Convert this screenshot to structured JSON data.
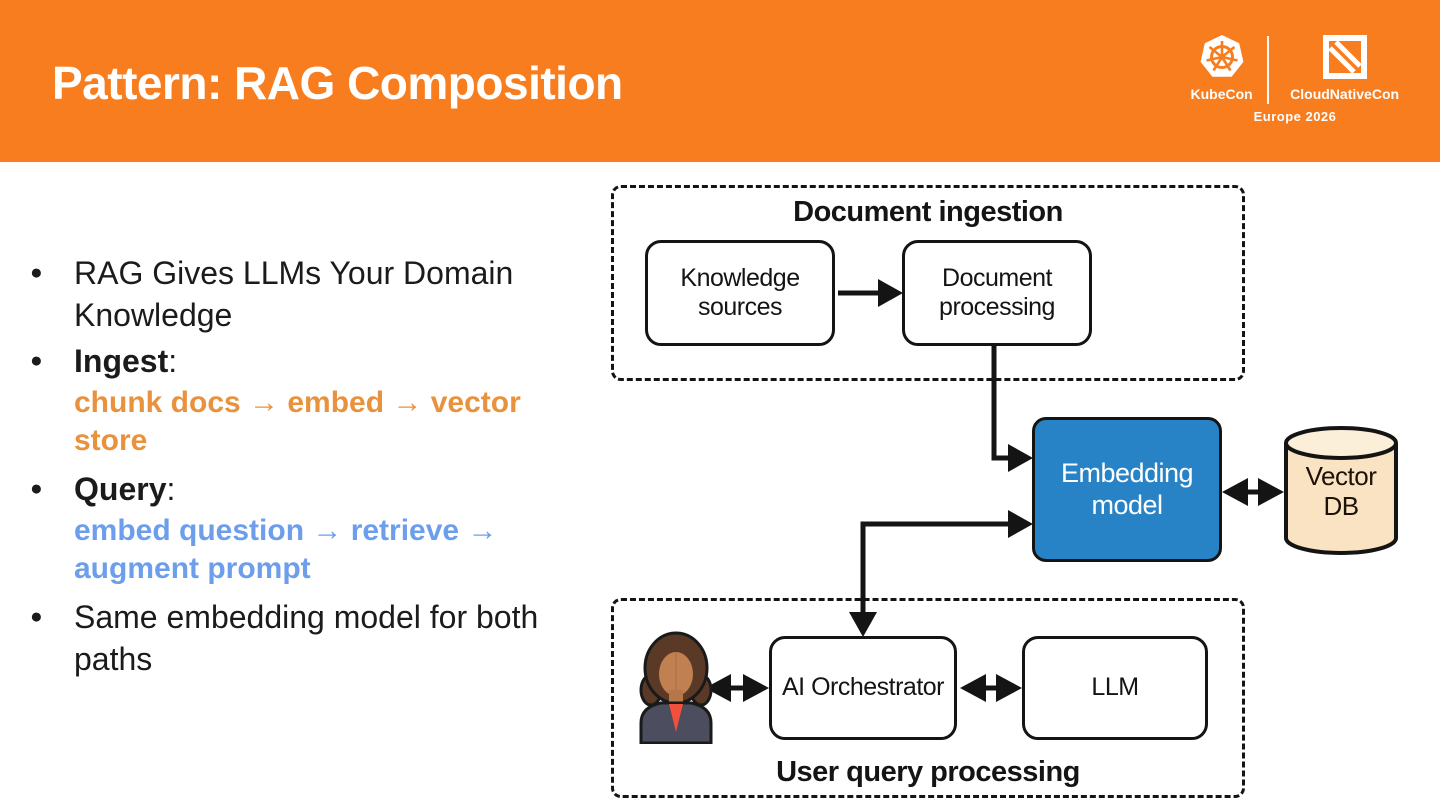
{
  "header": {
    "title": "Pattern: RAG Composition"
  },
  "logos": {
    "kubecon_label": "KubeCon",
    "cloudnativecon_label": "CloudNativeCon",
    "event_label": "Europe 2026"
  },
  "bullets": {
    "glyph": "●",
    "item1": "RAG Gives LLMs Your Domain Knowledge",
    "item2_label": "Ingest",
    "item2_colon": ":",
    "item2_detail": "chunk docs → embed → vector store",
    "item3_label": "Query",
    "item3_colon": ":",
    "item3_detail": "embed question → retrieve → augment prompt",
    "item4": "Same embedding model for both paths"
  },
  "diagram": {
    "groups": {
      "ingestion": "Document ingestion",
      "query": "User query processing"
    },
    "nodes": {
      "knowledge_sources": "Knowledge sources",
      "document_processing": "Document processing",
      "embedding_model": "Embedding model",
      "vector_db": "Vector DB",
      "ai_orchestrator": "AI Orchestrator",
      "llm": "LLM"
    }
  },
  "colors": {
    "header_orange": "#F87D1E",
    "ingest_text_orange": "#E9923E",
    "query_text_blue": "#6D9EEB",
    "embedding_box_blue": "#2783C5",
    "vector_db_fill": "#FAE3C2",
    "vector_db_top": "#FCEFDA",
    "line_black": "#141414"
  }
}
